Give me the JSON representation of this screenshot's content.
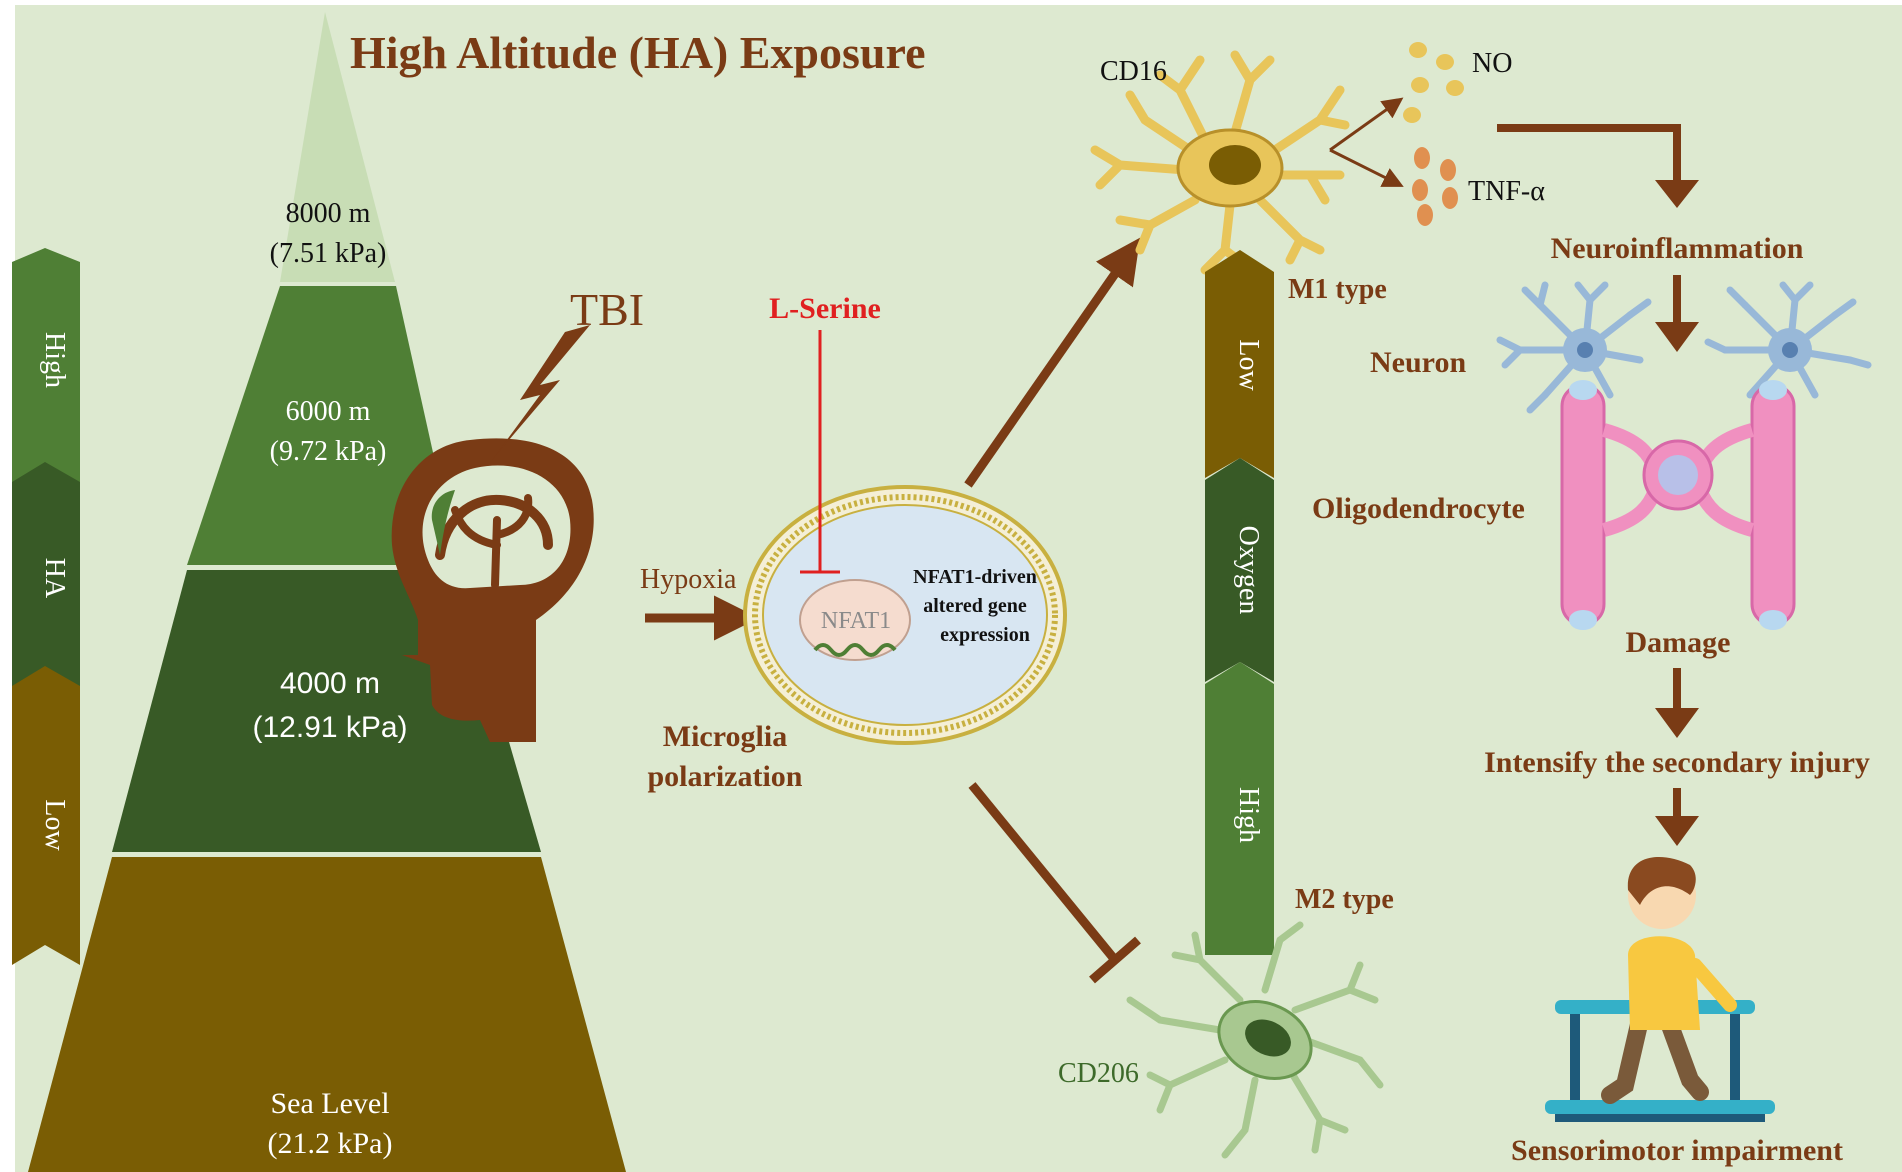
{
  "title": "High Altitude (HA) Exposure",
  "altitude_levels": [
    {
      "altitude": "8000 m",
      "pressure": "(7.51 kPa)"
    },
    {
      "altitude": "6000 m",
      "pressure": "(9.72 kPa)"
    },
    {
      "altitude": "4000 m",
      "pressure": "(12.91 kPa)"
    },
    {
      "altitude": "Sea Level",
      "pressure": "(21.2 kPa)"
    }
  ],
  "altitude_scale": [
    "High",
    "HA",
    "Low"
  ],
  "tbi_label": "TBI",
  "hypoxia_label": "Hypoxia",
  "lserine_label": "L-Serine",
  "nfat1_label": "NFAT1",
  "nfat1_text": [
    "NFAT1-driven",
    "altered gene",
    "expression"
  ],
  "microglia_label": [
    "Microglia",
    "polarization"
  ],
  "cd16_label": "CD16",
  "cd206_label": "CD206",
  "m1_label": "M1 type",
  "m2_label": "M2 type",
  "oxygen_scale": [
    "Low",
    "Oxygen",
    "High"
  ],
  "no_label": "NO",
  "tnf_label": "TNF-α",
  "neuroinflammation_label": "Neuroinflammation",
  "neuron_label": "Neuron",
  "oligodendrocyte_label": "Oligodendrocyte",
  "damage_label": "Damage",
  "secondary_injury_label": "Intensify the secondary injury",
  "sensorimotor_label": "Sensorimotor impairment",
  "colors": {
    "background": "#dde9d0",
    "peak": "#c8ddb5",
    "mid_green": "#4f7f35",
    "dark_green": "#385a26",
    "olive": "#7a5d04",
    "brown": "#7a3b15",
    "red": "#e02020",
    "membrane": "#c8b040",
    "cell_inside": "#d8e6f2"
  }
}
